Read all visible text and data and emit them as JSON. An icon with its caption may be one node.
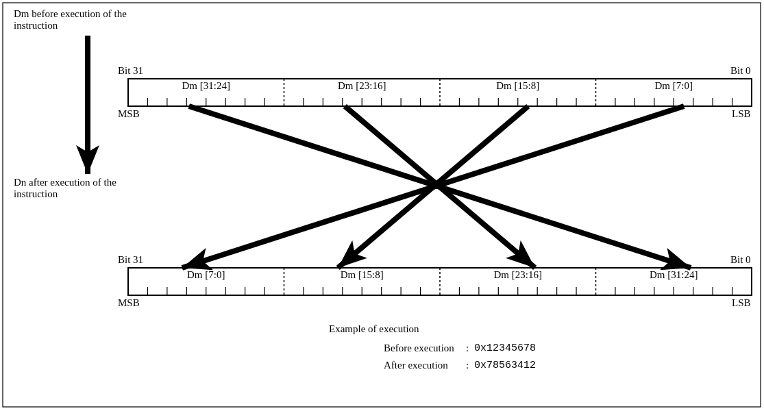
{
  "diagram": {
    "nodes": [
      {
        "text": [
          "Dm before execution of the instruction"
        ]
      },
      {
        "text": [
          "Dm [31:24]"
        ]
      },
      {
        "text": [
          "Dm [23:16]"
        ]
      },
      {
        "text": [
          "Dm [15:8]"
        ]
      },
      {
        "text": [
          "Dm [7:0]"
        ]
      },
      {
        "text": [
          "Dn after execution of the instruction"
        ]
      },
      {
        "text": [
          "Dm [7:0]"
        ]
      },
      {
        "text": [
          "Dm [15:8]"
        ]
      },
      {
        "text": [
          "Dm [23:16]"
        ]
      },
      {
        "text": [
          "Dm [31:24]"
        ]
      }
    ],
    "edges": [
      {
        "from": 0,
        "to": 5,
        "arrow": "to"
      },
      {
        "from": 1,
        "to": 9,
        "arrow": "to"
      },
      {
        "from": 2,
        "to": 8,
        "arrow": "to"
      },
      {
        "from": 3,
        "to": 7,
        "arrow": "to"
      },
      {
        "from": 4,
        "to": 6,
        "arrow": "to"
      }
    ],
    "labels": [
      "Bit 31",
      "Bit 0",
      "MSB",
      "LSB",
      "Bit 31",
      "Bit 0",
      "MSB",
      "LSB",
      "Example of execution",
      "Before execution",
      ":",
      "0x12345678",
      "After execution",
      ":",
      "0x78563412"
    ]
  }
}
